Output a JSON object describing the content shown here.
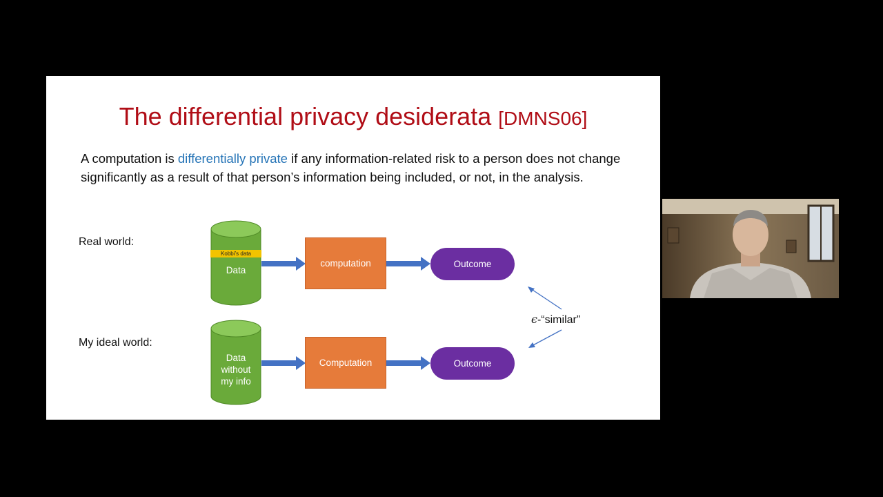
{
  "slide": {
    "title": "The differential privacy desiderata",
    "citation": "[DMNS06]",
    "paragraph": {
      "before": "A computation is ",
      "highlight": "differentially private",
      "after": " if any information-related risk to a person does not change significantly as a result of that person’s information being included, or not, in the analysis."
    },
    "diagram": {
      "real_world": {
        "label": "Real world:",
        "data_band": "Kobbi’s data",
        "data_label": "Data",
        "computation": "computation",
        "outcome": "Outcome"
      },
      "ideal_world": {
        "label": "My ideal world:",
        "data_line1": "Data",
        "data_line2": "without",
        "data_line3": "my info",
        "computation": "Computation",
        "outcome": "Outcome"
      },
      "similarity": {
        "epsilon": "ϵ",
        "text": "-“similar”"
      }
    }
  },
  "colors": {
    "title": "#b00d16",
    "highlight": "#2473b6",
    "cylinder": "#6aaa3a",
    "computation": "#e67b3a",
    "outcome": "#6b2ea1",
    "arrow": "#4472c4",
    "band": "#f2c300"
  }
}
